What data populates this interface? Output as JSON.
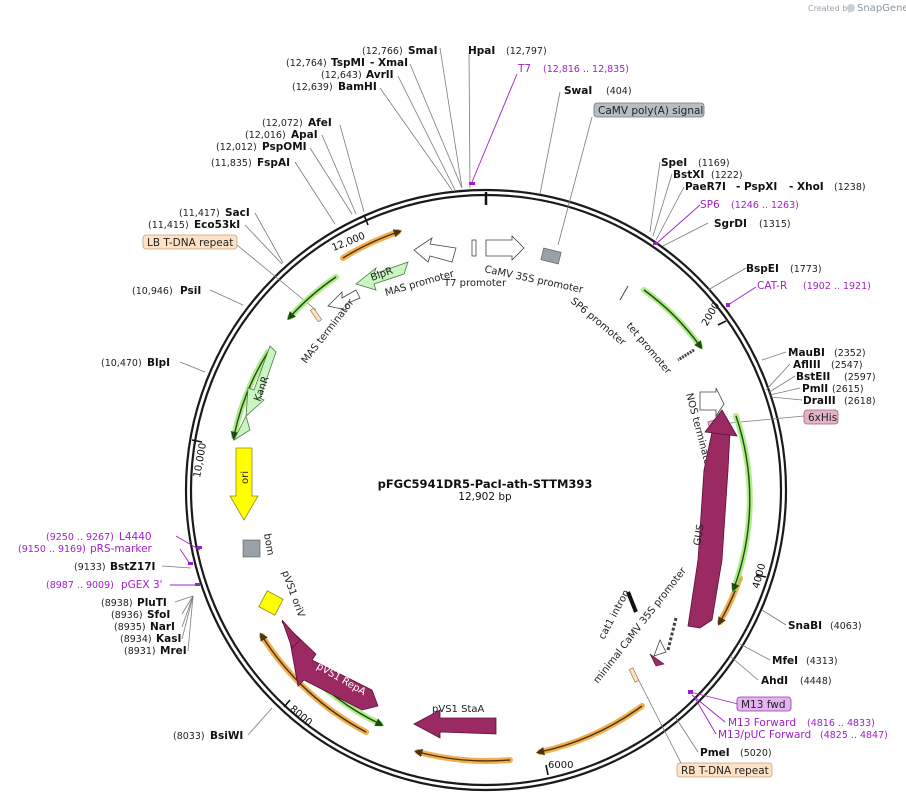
{
  "credit": {
    "text": "Created by",
    "brand": "SnapGene"
  },
  "plasmid": {
    "name": "pFGC5941DR5-PacI-ath-STTM393",
    "size_label": "12,902 bp"
  },
  "ticks": [
    "2000",
    "4000",
    "6000",
    "8000",
    "10,000",
    "12,000"
  ],
  "sites": [
    {
      "name": "SmaI",
      "coord": "(12,766)"
    },
    {
      "name": "HpaI",
      "coord": "(12,797)"
    },
    {
      "name": "TspMI",
      "coord": "(12,764)"
    },
    {
      "name": "- XmaI",
      "coord": ""
    },
    {
      "name": "AvrII",
      "coord": "(12,643)"
    },
    {
      "name": "BamHI",
      "coord": "(12,639)"
    },
    {
      "name": "SwaI",
      "coord": "(404)"
    },
    {
      "name": "AfeI",
      "coord": "(12,072)"
    },
    {
      "name": "ApaI",
      "coord": "(12,016)"
    },
    {
      "name": "PspOMI",
      "coord": "(12,012)"
    },
    {
      "name": "FspAI",
      "coord": "(11,835)"
    },
    {
      "name": "SacI",
      "coord": "(11,417)"
    },
    {
      "name": "Eco53kI",
      "coord": "(11,415)"
    },
    {
      "name": "PsiI",
      "coord": "(10,946)"
    },
    {
      "name": "BlpI",
      "coord": "(10,470)"
    },
    {
      "name": "BstZ17I",
      "coord": "(9133)"
    },
    {
      "name": "PluTI",
      "coord": "(8938)"
    },
    {
      "name": "SfoI",
      "coord": "(8936)"
    },
    {
      "name": "NarI",
      "coord": "(8935)"
    },
    {
      "name": "KasI",
      "coord": "(8934)"
    },
    {
      "name": "MreI",
      "coord": "(8931)"
    },
    {
      "name": "BsiWI",
      "coord": "(8033)"
    },
    {
      "name": "SpeI",
      "coord": "(1169)"
    },
    {
      "name": "BstXI",
      "coord": "(1222)"
    },
    {
      "name": "PaeR7I",
      "coord": ""
    },
    {
      "name": "- PspXI",
      "coord": ""
    },
    {
      "name": "- XhoI",
      "coord": "(1238)"
    },
    {
      "name": "SgrDI",
      "coord": "(1315)"
    },
    {
      "name": "BspEI",
      "coord": "(1773)"
    },
    {
      "name": "MauBI",
      "coord": "(2352)"
    },
    {
      "name": "AflIII",
      "coord": "(2547)"
    },
    {
      "name": "BstEII",
      "coord": "(2597)"
    },
    {
      "name": "PmlI",
      "coord": "(2615)"
    },
    {
      "name": "DraIII",
      "coord": "(2618)"
    },
    {
      "name": "SnaBI",
      "coord": "(4063)"
    },
    {
      "name": "MfeI",
      "coord": "(4313)"
    },
    {
      "name": "AhdI",
      "coord": "(4448)"
    },
    {
      "name": "PmeI",
      "coord": "(5020)"
    }
  ],
  "primers": [
    {
      "name": "T7",
      "coord": "(12,816 .. 12,835)"
    },
    {
      "name": "SP6",
      "coord": "(1246 .. 1263)"
    },
    {
      "name": "CAT-R",
      "coord": "(1902 .. 1921)"
    },
    {
      "name": "L4440",
      "coord": "(9250 .. 9267)"
    },
    {
      "name": "pRS-marker",
      "coord": "(9150 .. 9169)"
    },
    {
      "name": "pGEX 3'",
      "coord": "(8987 .. 9009)"
    },
    {
      "name": "M13 Forward",
      "coord": "(4816 .. 4833)"
    },
    {
      "name": "M13/pUC Forward",
      "coord": "(4825 .. 4847)"
    }
  ],
  "boxed_labels": [
    {
      "name": "CaMV poly(A) signal"
    },
    {
      "name": "LB T-DNA repeat"
    },
    {
      "name": "6xHis"
    },
    {
      "name": "M13 fwd"
    },
    {
      "name": "RB T-DNA repeat"
    }
  ],
  "features": [
    {
      "name": "CaMV 35S promoter"
    },
    {
      "name": "T7 promoter"
    },
    {
      "name": "MAS promoter"
    },
    {
      "name": "BlpR"
    },
    {
      "name": "MAS terminator"
    },
    {
      "name": "SP6 promoter"
    },
    {
      "name": "tet promoter"
    },
    {
      "name": "KanR"
    },
    {
      "name": "ori"
    },
    {
      "name": "bom"
    },
    {
      "name": "pVS1 oriV"
    },
    {
      "name": "pVS1 RepA"
    },
    {
      "name": "pVS1 StaA"
    },
    {
      "name": "NOS terminator"
    },
    {
      "name": "GUS"
    },
    {
      "name": "cat1 intron"
    },
    {
      "name": "minimal CaMV 35S promoter"
    }
  ],
  "colors": {
    "backbone": "#1a1a1a",
    "primer": "#a020c8",
    "orf": "#9b2a62",
    "marker": "#c8f5c0",
    "origin": "#ffff00",
    "misc": "#9aa0a8",
    "orange_arrow": "#f0a030",
    "green_arrow": "#6cc030"
  }
}
